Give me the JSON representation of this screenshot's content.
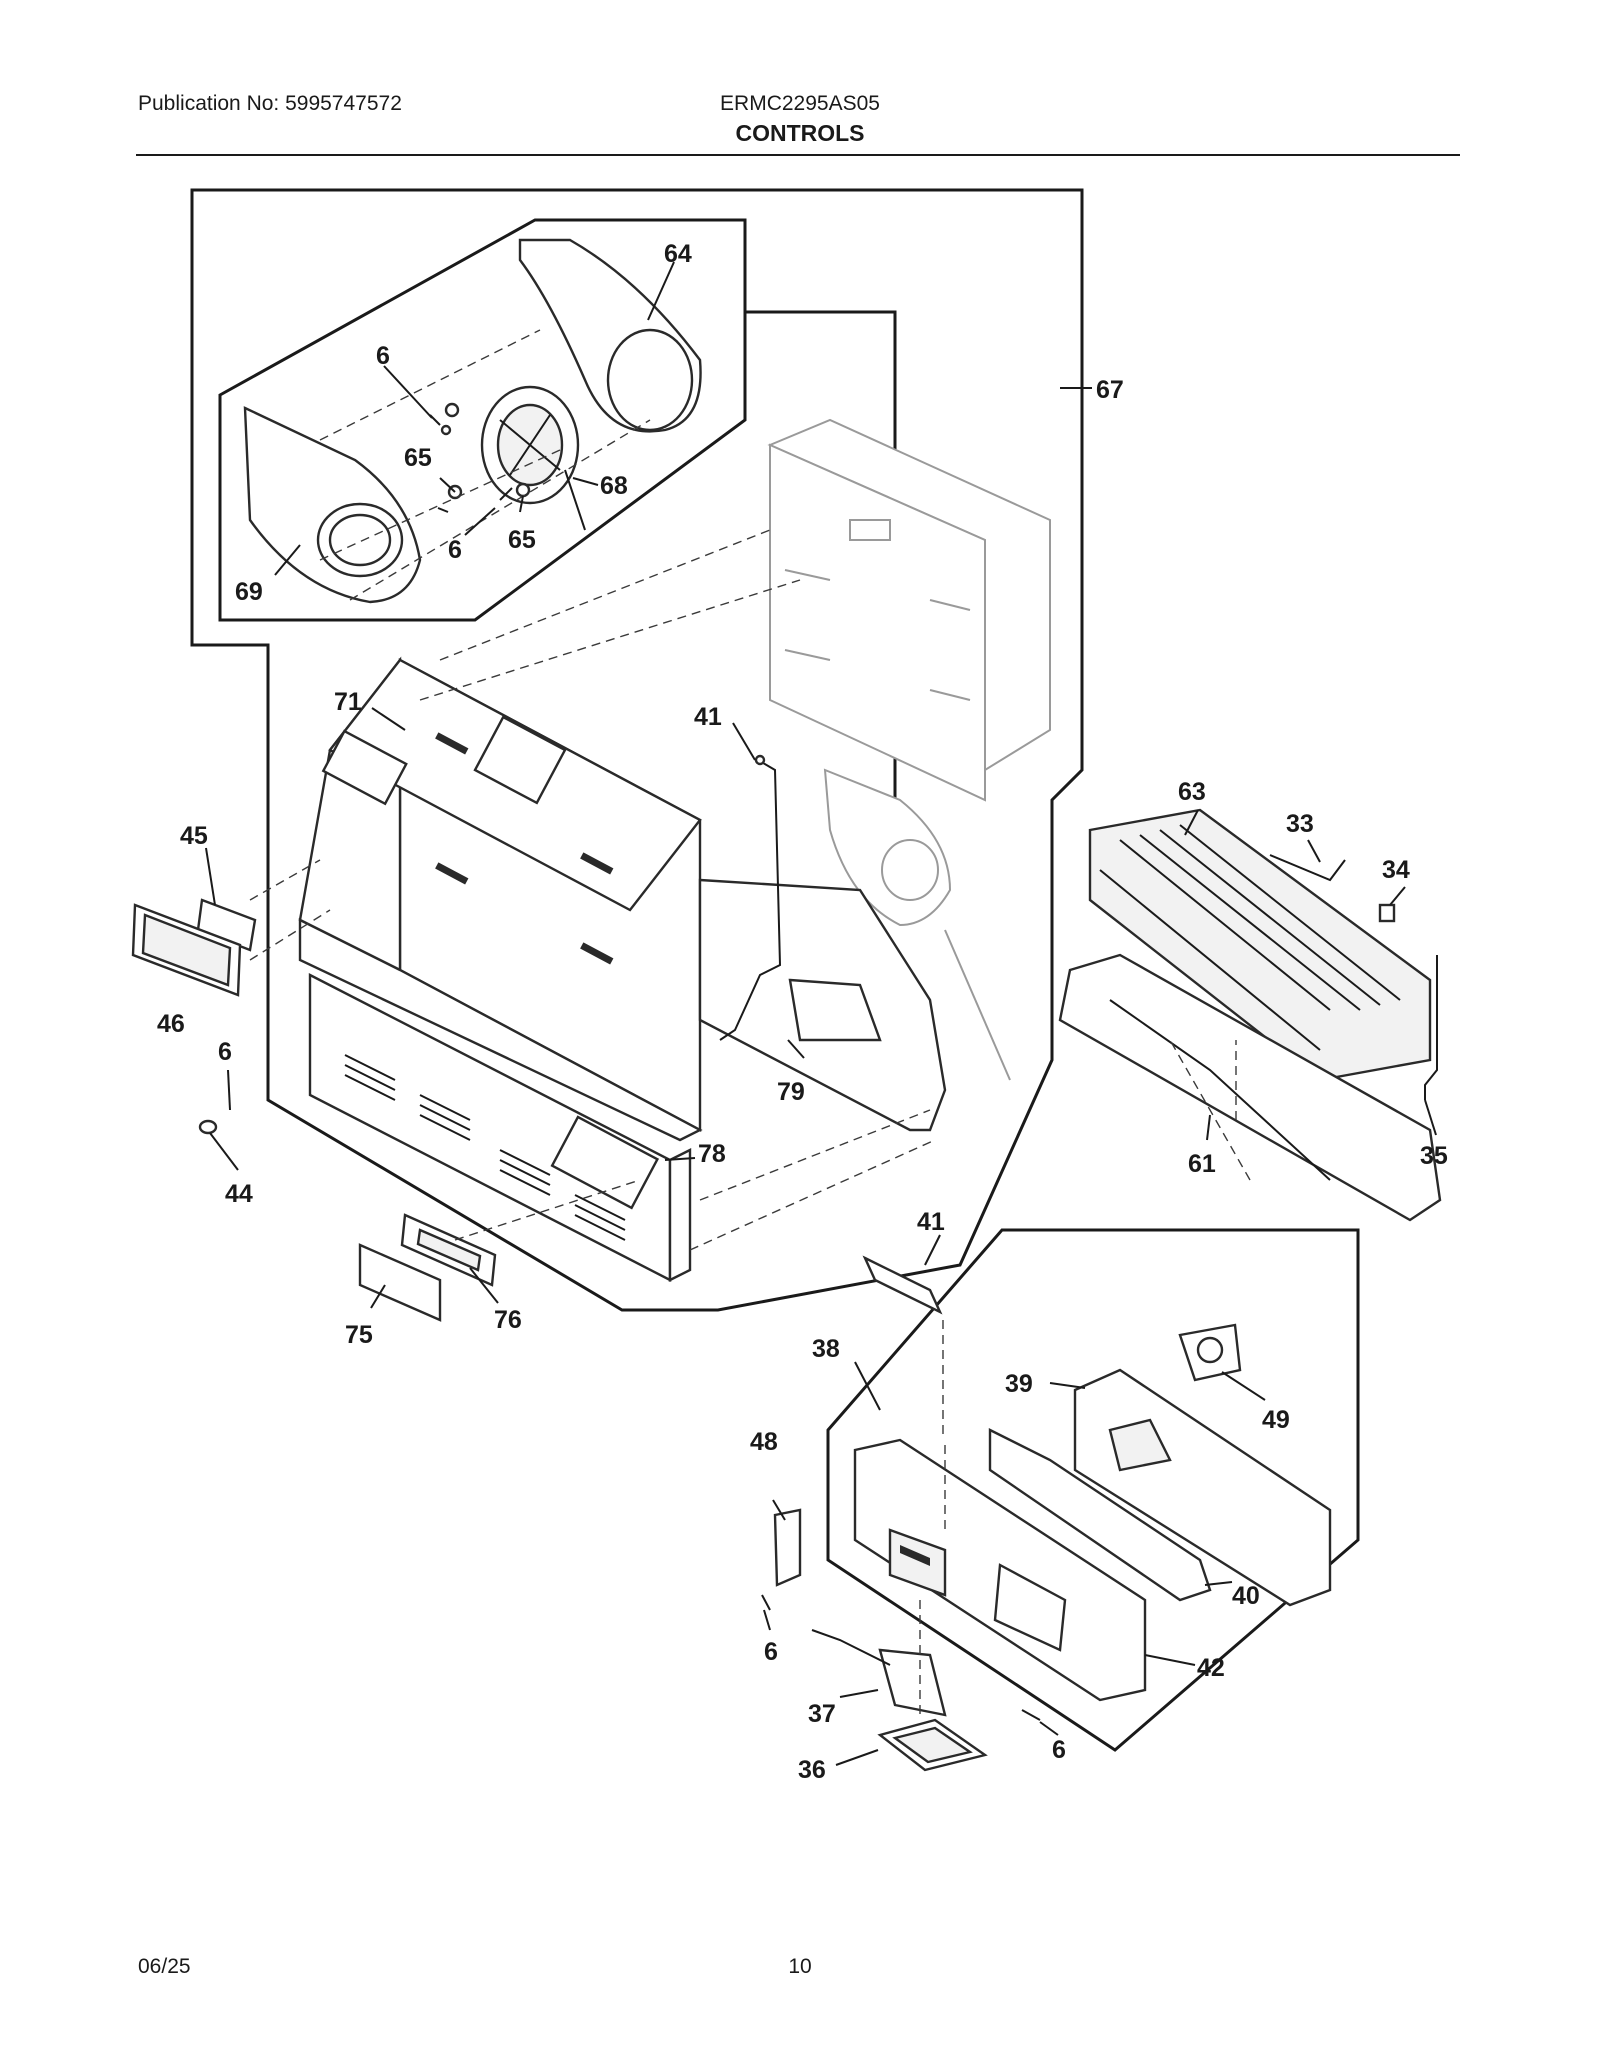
{
  "header": {
    "publication": "Publication No: 5995747572",
    "model": "ERMC2295AS05",
    "section": "CONTROLS"
  },
  "footer": {
    "date": "06/25",
    "page": "10"
  },
  "callouts": {
    "c64": "64",
    "c67": "67",
    "c6a": "6",
    "c65a": "65",
    "c68": "68",
    "c6b": "6",
    "c65b": "65",
    "c69": "69",
    "c71": "71",
    "c41a": "41",
    "c45": "45",
    "c46": "46",
    "c6c": "6",
    "c44": "44",
    "c79": "79",
    "c78": "78",
    "c75": "75",
    "c76": "76",
    "c63": "63",
    "c33": "33",
    "c34": "34",
    "c35": "35",
    "c61": "61",
    "c41b": "41",
    "c38": "38",
    "c39": "39",
    "c49": "49",
    "c48": "48",
    "c40": "40",
    "c6d": "6",
    "c42": "42",
    "c37": "37",
    "c6e": "6",
    "c36": "36"
  }
}
